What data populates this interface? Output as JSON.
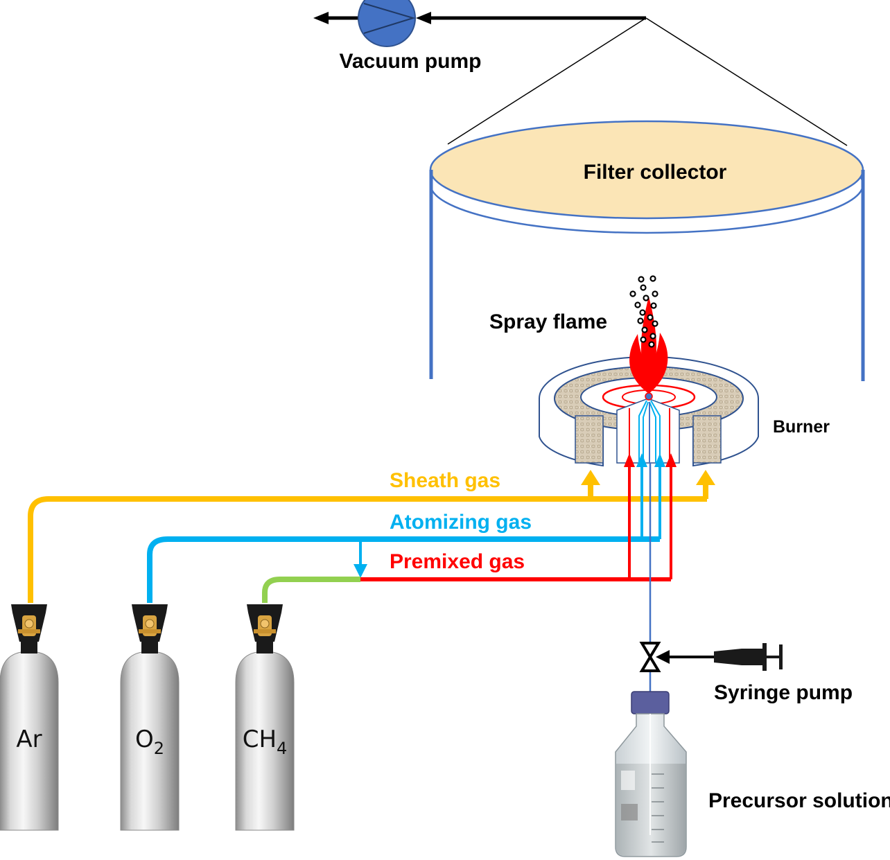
{
  "labels": {
    "vacuum_pump": "Vacuum pump",
    "filter_collector": "Filter collector",
    "spray_flame": "Spray flame",
    "burner": "Burner",
    "sheath_gas": "Sheath gas",
    "atomizing_gas": "Atomizing gas",
    "premixed_gas": "Premixed gas",
    "syringe_pump": "Syringe pump",
    "precursor_solution": "Precursor solution"
  },
  "cylinders": [
    {
      "id": "ar",
      "label": "Ar",
      "sub": ""
    },
    {
      "id": "o2",
      "label": "O",
      "sub": "2"
    },
    {
      "id": "ch4",
      "label": "CH",
      "sub": "4"
    }
  ],
  "colors": {
    "sheath": "#FFC000",
    "atomizing": "#00B0F0",
    "premixed": "#FF0000",
    "methane_line": "#92D050",
    "chamber": "#4472C4",
    "filter_fill": "#FBE5B6",
    "pump_fill": "#4472C4",
    "black": "#000000",
    "precursor_line": "#4472C4"
  }
}
